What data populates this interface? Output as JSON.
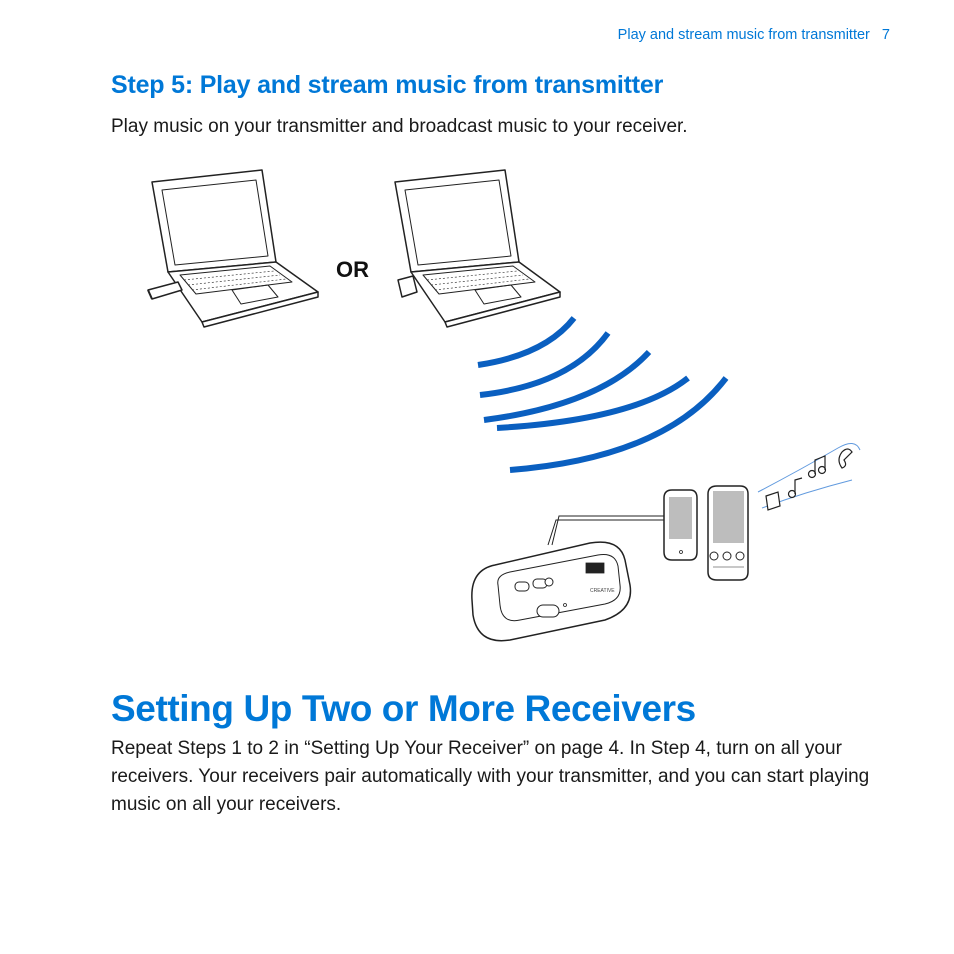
{
  "header": {
    "running_title": "Play and stream music from transmitter",
    "page_number": "7"
  },
  "step": {
    "heading": "Step 5: Play and stream music from transmitter",
    "intro": "Play music on your transmitter and broadcast music to your receiver."
  },
  "illustration": {
    "or_label": "OR",
    "device_brand": "CREATIVE",
    "accent_color": "#0078d7",
    "wave_color": "#0a5fc0"
  },
  "section": {
    "heading": "Setting Up Two or More Receivers",
    "body": "Repeat Steps 1 to 2 in “Setting Up Your Receiver” on page 4. In Step 4, turn on all your receivers. Your receivers pair automatically with your transmitter, and you can start playing music on all your receivers."
  }
}
